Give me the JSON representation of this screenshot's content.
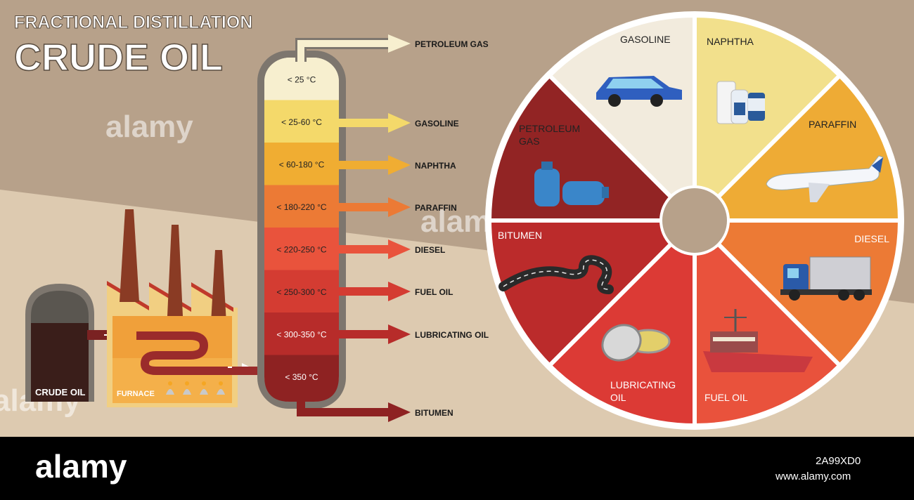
{
  "title": {
    "line1": "FRACTIONAL DISTILLATION",
    "line2": "CRUDE OIL"
  },
  "tank_label": "CRUDE OIL",
  "furnace_label": "FURNACE",
  "column": {
    "temps": [
      "< 25 °C",
      "< 25-60 °C",
      "< 60-180 °C",
      "< 180-220 °C",
      "< 220-250 °C",
      "< 250-300 °C",
      "< 300-350 °C",
      "< 350 °C"
    ],
    "colors": [
      "#f7efcf",
      "#f4d96a",
      "#f0ad32",
      "#ec7a35",
      "#e9533c",
      "#d43c32",
      "#b72c2a",
      "#8e2222"
    ]
  },
  "fractions": [
    "PETROLEUM GAS",
    "GASOLINE",
    "NAPHTHA",
    "PARAFFIN",
    "DIESEL",
    "FUEL OIL",
    "LUBRICATING OIL",
    "BITUMEN"
  ],
  "wheel": {
    "segments": [
      {
        "label": "GASOLINE",
        "color": "#f2e08c",
        "icon": "car-icon"
      },
      {
        "label": "NAPHTHA",
        "color": "#eeab35",
        "icon": "bottles-icon"
      },
      {
        "label": "PARAFFIN",
        "color": "#ec7a35",
        "icon": "airplane-icon"
      },
      {
        "label": "DIESEL",
        "color": "#e9523c",
        "icon": "truck-icon"
      },
      {
        "label": "FUEL OIL",
        "color": "#dc3a35",
        "icon": "ship-icon"
      },
      {
        "label": "LUBRICATING OIL",
        "line1": "LUBRICATING",
        "line2": "OIL",
        "color": "#bb2b2b",
        "icon": "wax-tin-icon"
      },
      {
        "label": "BITUMEN",
        "color": "#922424",
        "icon": "road-icon"
      },
      {
        "label": "PETROLEUM GAS",
        "line1": "PETROLEUM",
        "line2": "GAS",
        "color": "#f2ebdd",
        "icon": "gas-cylinder-icon"
      }
    ]
  },
  "watermark": "alamy",
  "footer": {
    "brand": "alamy",
    "code": "2A99XD0",
    "url": "www.alamy.com"
  }
}
